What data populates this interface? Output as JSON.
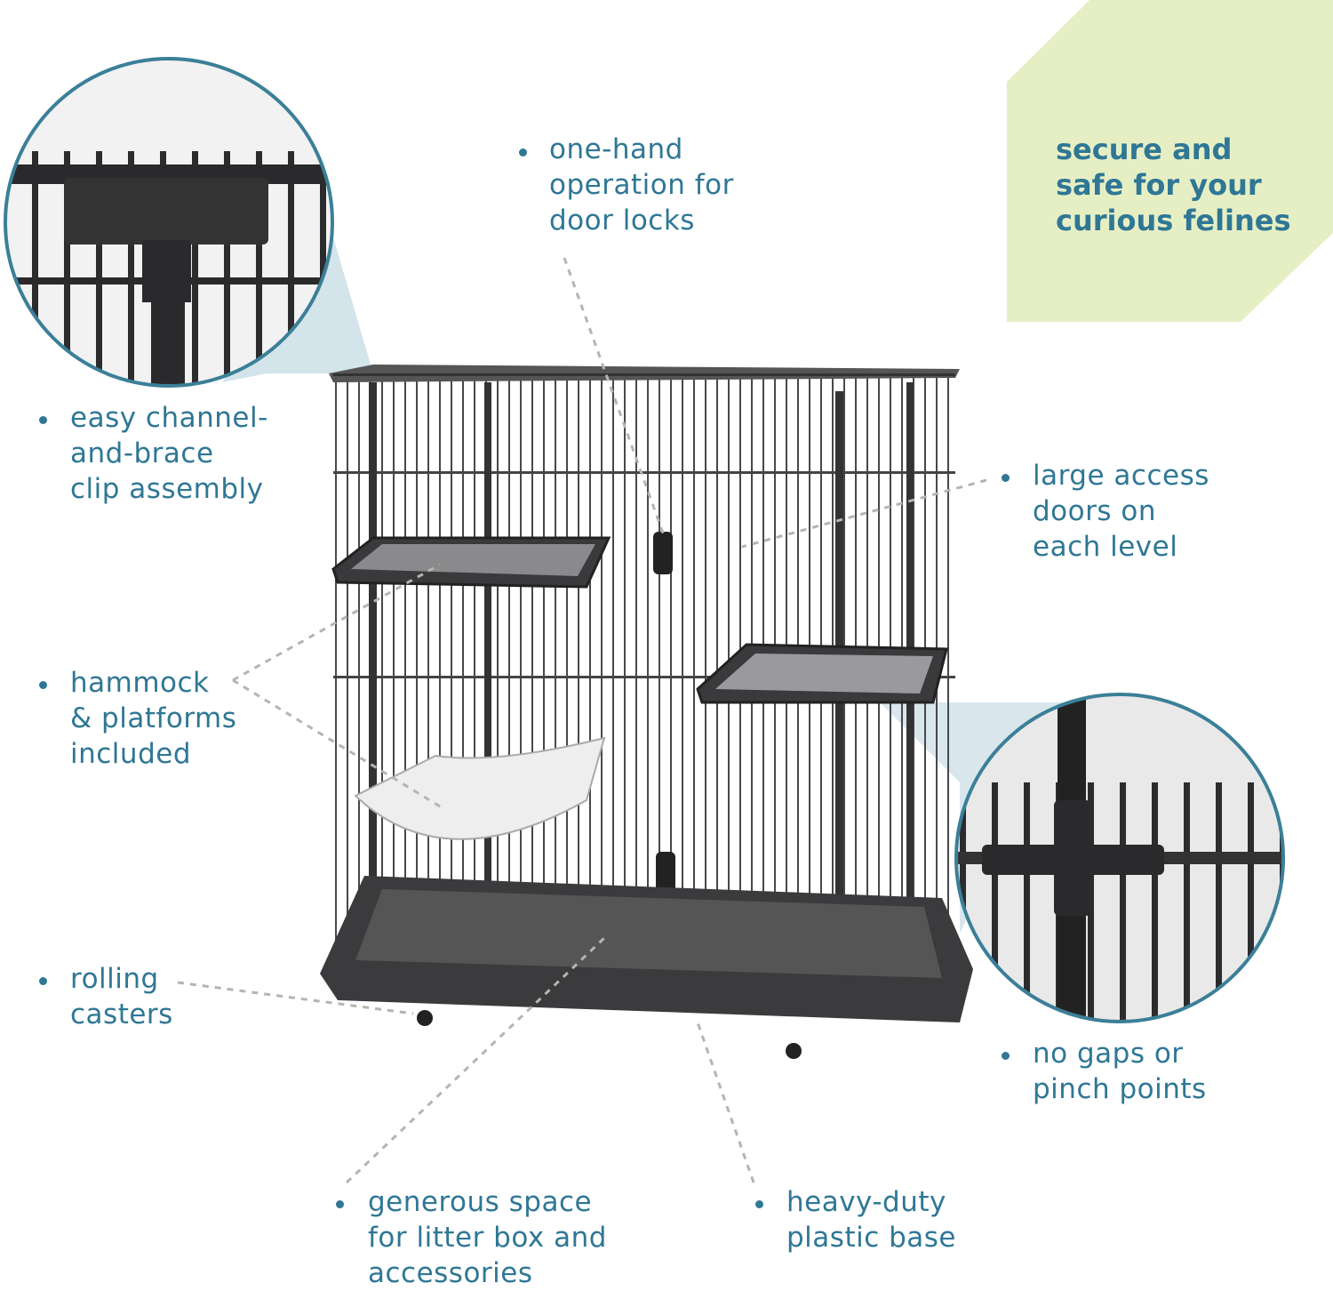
{
  "headline": {
    "lines": [
      "secure and",
      "safe for your",
      "curious felines"
    ]
  },
  "features": {
    "one_hand": [
      "one-hand",
      "operation for",
      "door locks"
    ],
    "channel_brace": [
      "easy channel-",
      "and-brace",
      "clip assembly"
    ],
    "access_doors": [
      "large access",
      "doors on",
      "each level"
    ],
    "hammock": [
      "hammock",
      "& platforms",
      "included"
    ],
    "casters": [
      "rolling",
      "casters"
    ],
    "no_gaps": [
      "no gaps or",
      "pinch points"
    ],
    "litter_space": [
      "generous space",
      "for litter box and",
      "accessories"
    ],
    "plastic_base": [
      "heavy-duty",
      "plastic base"
    ]
  },
  "colors": {
    "text": "#2f7795",
    "panel": "#e6efc4",
    "cage": "#3a3a3c",
    "circle_stroke": "#3b7f98",
    "callout": "#c9dde6"
  }
}
